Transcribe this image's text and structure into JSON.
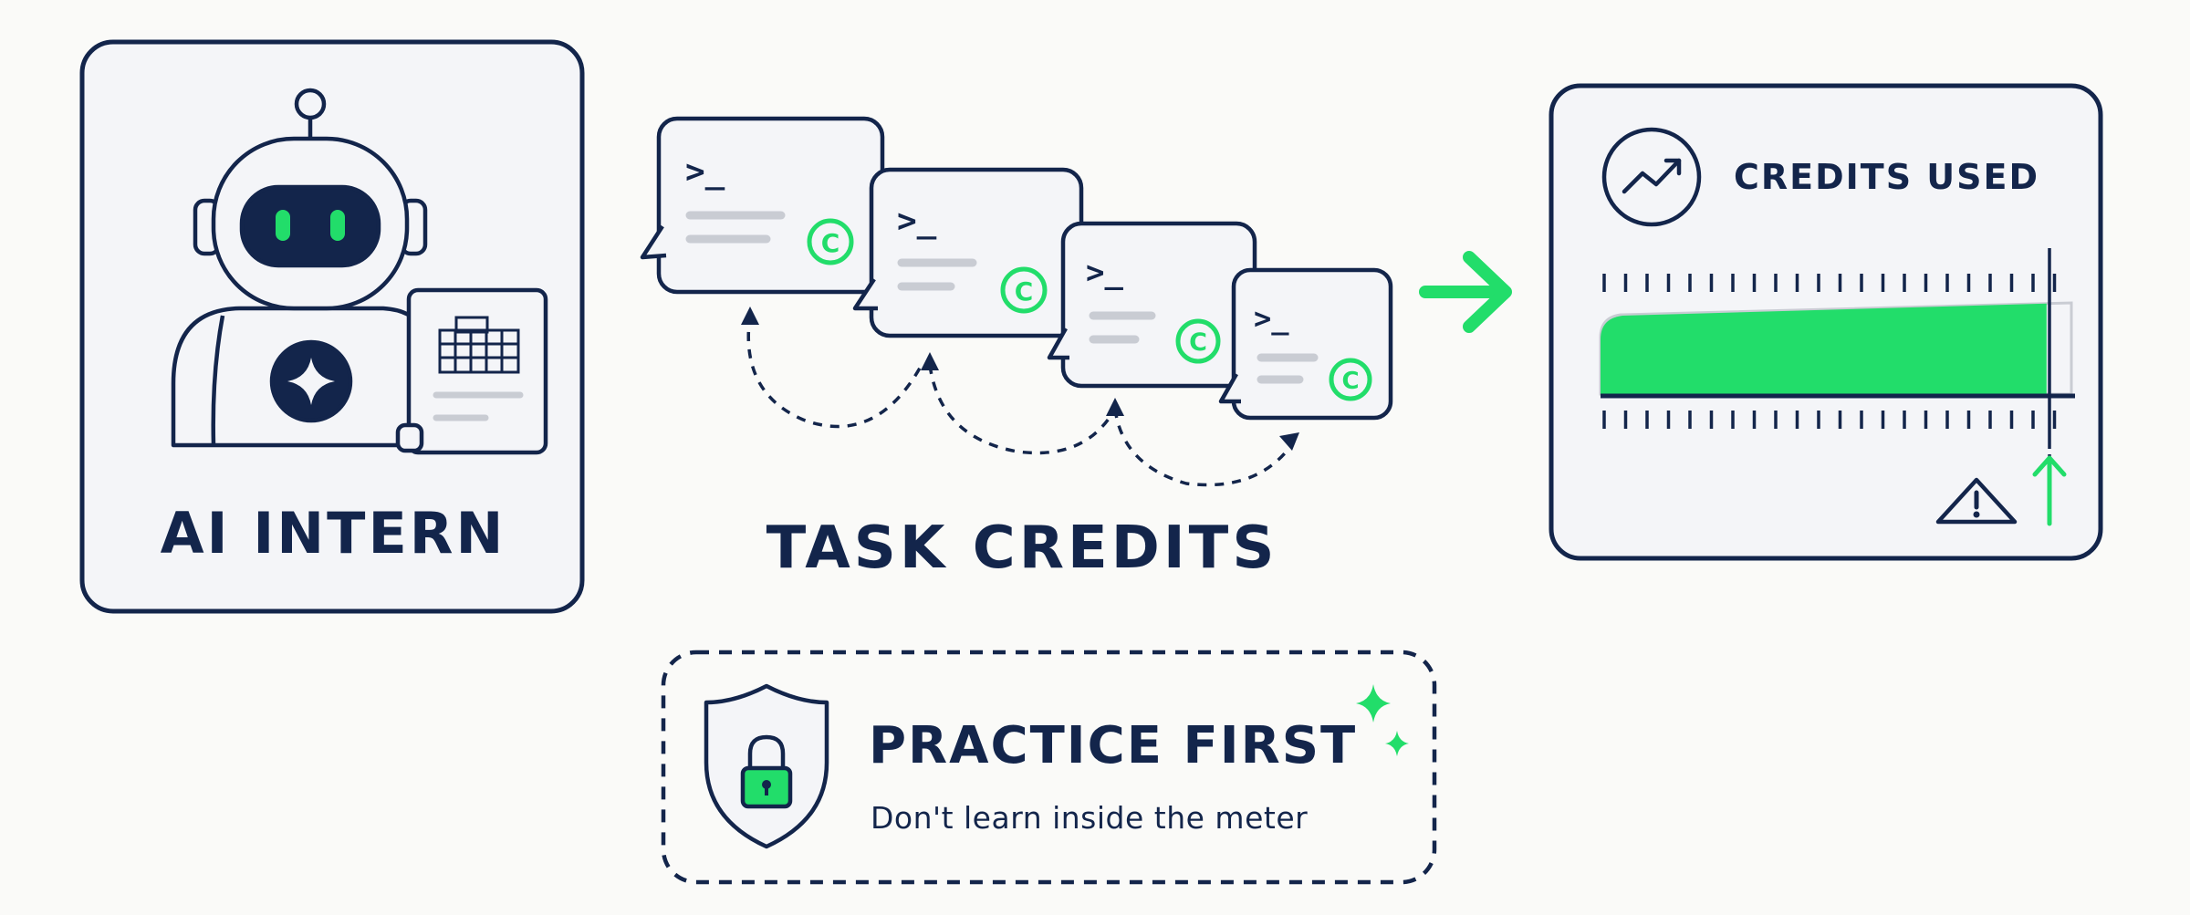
{
  "ai_intern": {
    "title": "AI INTERN"
  },
  "task_credits": {
    "title": "TASK CREDITS",
    "prompt_glyph": ">_",
    "credit_glyph": "C"
  },
  "credits_used": {
    "title": "CREDITS USED",
    "meter_fill": 0.94
  },
  "practice": {
    "title": "PRACTICE FIRST",
    "subtitle": "Don't learn inside the meter"
  },
  "colors": {
    "navy": "#13254b",
    "green": "#22dd6a",
    "gray": "#c9ccd3",
    "card": "#f4f5f8"
  },
  "icons": [
    "robot-icon",
    "building-icon",
    "sparkle-icon",
    "terminal-icon",
    "credit-coin-icon",
    "arrow-right-icon",
    "trend-up-icon",
    "warning-icon",
    "arrow-up-icon",
    "shield-lock-icon"
  ]
}
